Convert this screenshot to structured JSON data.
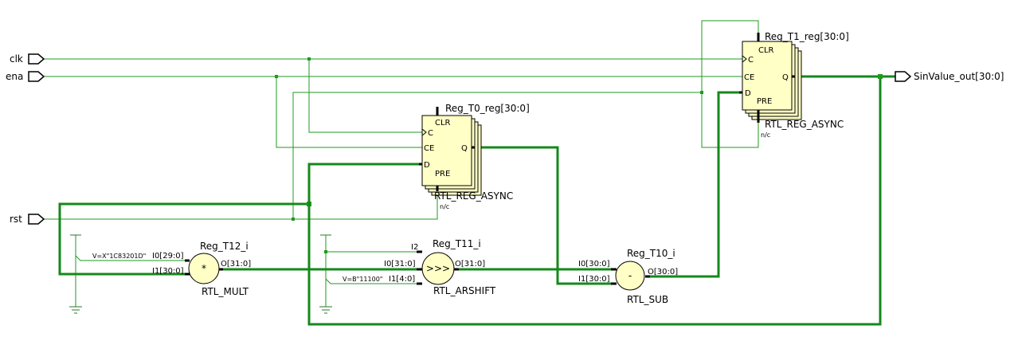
{
  "ports": {
    "clk": "clk",
    "ena": "ena",
    "rst": "rst",
    "out": "SinValue_out[30:0]"
  },
  "reg_t1": {
    "name": "Reg_T1_reg[30:0]",
    "type": "RTL_REG_ASYNC",
    "pins": {
      "clr": "CLR",
      "c": "C",
      "ce": "CE",
      "d": "D",
      "q": "Q",
      "pre": "PRE"
    },
    "nc": "n/c"
  },
  "reg_t0": {
    "name": "Reg_T0_reg[30:0]",
    "type": "RTL_REG_ASYNC",
    "pins": {
      "clr": "CLR",
      "c": "C",
      "ce": "CE",
      "d": "D",
      "q": "Q",
      "pre": "PRE"
    },
    "nc": "n/c"
  },
  "reg_t12": {
    "name": "Reg_T12_i",
    "type": "RTL_MULT",
    "op": "*",
    "in0": "I0[29:0]",
    "in1": "I1[30:0]",
    "out": "O[31:0]",
    "const": "V=X\"1C83201D\""
  },
  "reg_t11": {
    "name": "Reg_T11_i",
    "type": "RTL_ARSHIFT",
    "op": ">>>",
    "in2": "I2",
    "in0": "I0[31:0]",
    "in1": "I1[4:0]",
    "out": "O[31:0]",
    "const": "V=B\"11100\""
  },
  "reg_t10": {
    "name": "Reg_T10_i",
    "type": "RTL_SUB",
    "op": "-",
    "in0": "I0[30:0]",
    "in1": "I1[30:0]",
    "out": "O[30:0]"
  }
}
